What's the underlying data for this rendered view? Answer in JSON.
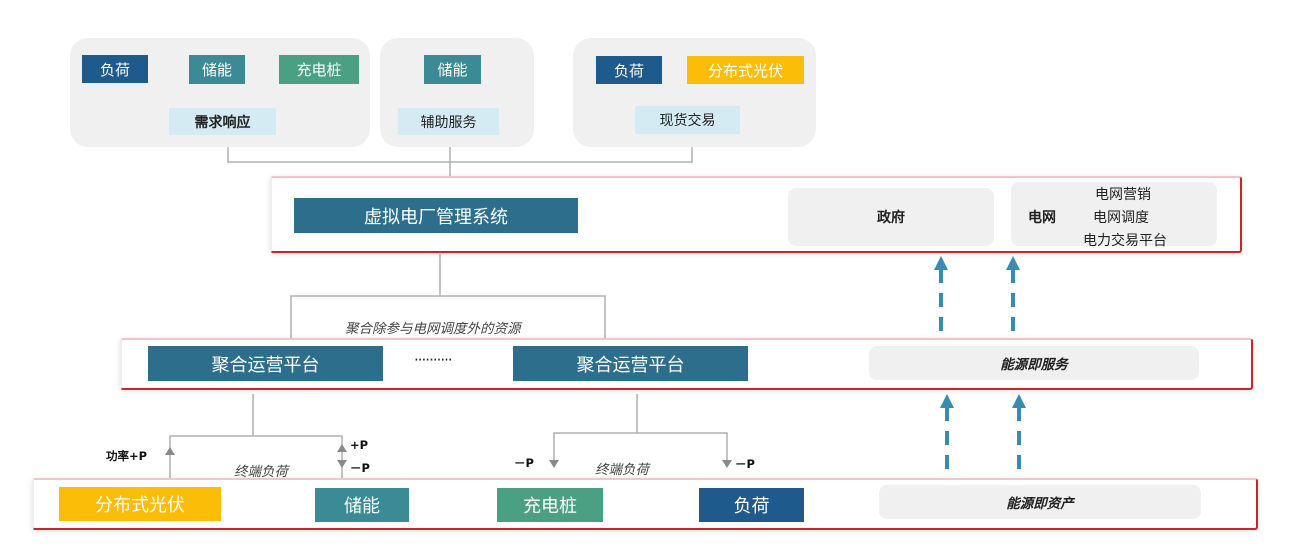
{
  "top_groups": {
    "demand_response": {
      "load": "负荷",
      "storage": "储能",
      "charging_pile": "充电桩",
      "title": "需求响应"
    },
    "ancillary": {
      "storage": "储能",
      "title": "辅助服务"
    },
    "spot_trading": {
      "load": "负荷",
      "solar": "分布式光伏",
      "title": "现货交易"
    }
  },
  "vpp": {
    "system_title": "虚拟电厂管理系统",
    "government": "政府",
    "grid_label": "电网",
    "grid_items": [
      "电网营销",
      "电网调度",
      "电力交易平台"
    ]
  },
  "aggregation": {
    "note": "聚合除参与电网调度外的资源",
    "platform_1": "聚合运营平台",
    "ellipsis": "··········",
    "platform_2": "聚合运营平台",
    "service": "能源即服务"
  },
  "terminal": {
    "power_plus": "功率+P",
    "plus_p": "+P",
    "minus_p_1": "－P",
    "minus_p_2": "－P",
    "minus_p_3": "－P",
    "terminal_load_1": "终端负荷",
    "terminal_load_2": "终端负荷",
    "solar": "分布式光伏",
    "storage": "储能",
    "charging_pile": "充电桩",
    "load": "负荷",
    "asset": "能源即资产"
  },
  "colors": {
    "navy": "#1f5a8c",
    "teal": "#3a8b96",
    "green": "#4aa082",
    "yellow": "#fbbd08",
    "steel": "#2d6e8c",
    "red_border": "#c8232e",
    "arrow_blue": "#3a8bb0"
  }
}
